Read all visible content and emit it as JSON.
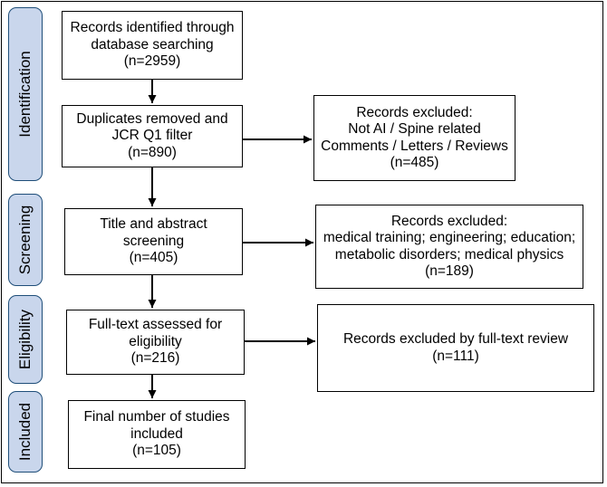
{
  "phases": {
    "identification": "Identification",
    "screening": "Screening",
    "eligibility": "Eligibility",
    "included": "Included"
  },
  "boxes": {
    "records_identified": {
      "lines": [
        "Records identified through",
        "database searching",
        "(n=2959)"
      ]
    },
    "duplicates_removed": {
      "lines": [
        "Duplicates removed and",
        "JCR Q1 filter",
        "(n=890)"
      ]
    },
    "title_abstract": {
      "lines": [
        "Title and abstract",
        "screening",
        "(n=405)"
      ]
    },
    "full_text": {
      "lines": [
        "Full-text assessed for",
        "eligibility",
        "(n=216)"
      ]
    },
    "final_studies": {
      "lines": [
        "Final number of studies",
        "included",
        "(n=105)"
      ]
    },
    "excluded_identification": {
      "lines": [
        "Records excluded:",
        "Not AI / Spine related",
        "Comments / Letters / Reviews",
        "(n=485)"
      ]
    },
    "excluded_screening": {
      "lines": [
        "Records excluded:",
        "medical training; engineering; education;",
        "metabolic disorders; medical physics",
        "(n=189)"
      ]
    },
    "excluded_fulltext": {
      "lines": [
        "Records excluded by full-text review",
        "(n=111)"
      ]
    }
  }
}
